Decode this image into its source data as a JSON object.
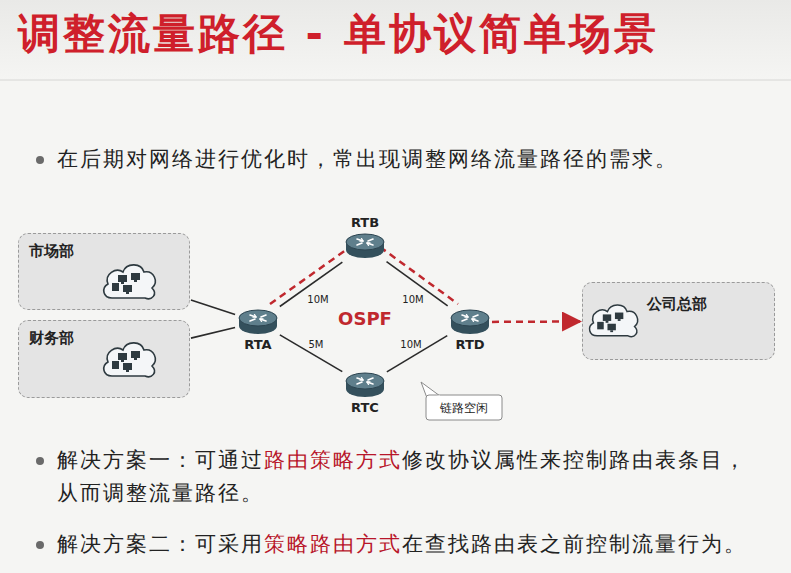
{
  "diagram": {
    "title": "调整流量路径 - 单协议简单场景",
    "nodes": [
      {
        "text": [
          "市场部"
        ]
      },
      {
        "text": [
          "财务部"
        ]
      },
      {
        "text": [
          "RTB"
        ]
      },
      {
        "text": [
          "RTA"
        ]
      },
      {
        "text": [
          "RTD"
        ]
      },
      {
        "text": [
          "RTC"
        ]
      },
      {
        "text": [
          "公司总部"
        ]
      }
    ],
    "edges": [
      {
        "from": 0,
        "to": 3,
        "arrow": "none"
      },
      {
        "from": 1,
        "to": 3,
        "arrow": "none"
      },
      {
        "from": 3,
        "to": 2,
        "label": "10M",
        "arrow": "none"
      },
      {
        "from": 2,
        "to": 4,
        "label": "10M",
        "arrow": "none"
      },
      {
        "from": 3,
        "to": 5,
        "label": "5M",
        "arrow": "none"
      },
      {
        "from": 5,
        "to": 4,
        "label": "10M",
        "arrow": "none"
      },
      {
        "from": 4,
        "to": 6,
        "arrow": "to"
      }
    ],
    "labels": [
      "在后期对网络进行优化时，常出现调整网络流量路径的需求。",
      "OSPF",
      "链路空闲",
      "解决方案一：可通过",
      "路由策略方式",
      "修改协议属性来控制路由表条目，从而调整流量路径。",
      "解决方案二：可采用",
      "策略路由方式",
      "在查找路由表之前控制流量行为。"
    ]
  }
}
